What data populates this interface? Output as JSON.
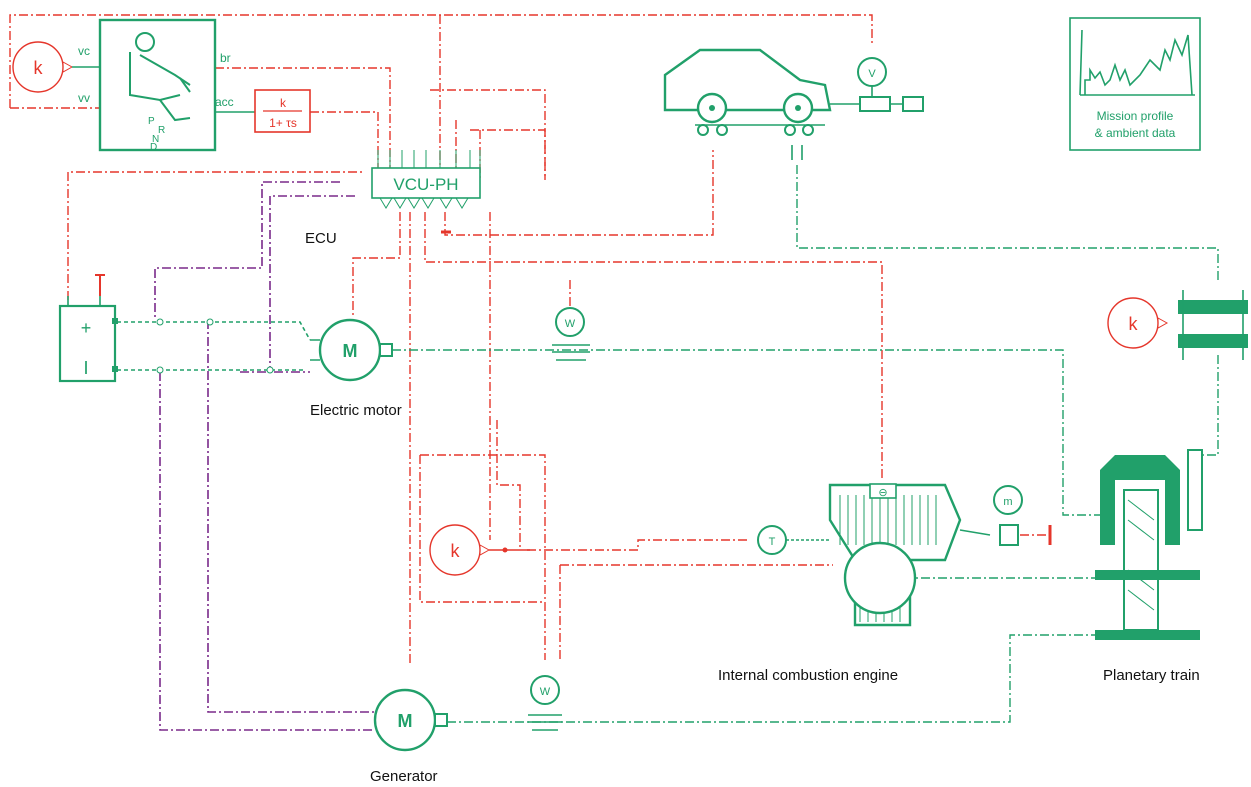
{
  "labels": {
    "ecu": "ECU",
    "electric_motor": "Electric motor",
    "generator": "Generator",
    "ice": "Internal combustion engine",
    "planetary": "Planetary train",
    "mission_line1": "Mission profile",
    "mission_line2": "& ambient data"
  },
  "blocks": {
    "vcu": "VCU-PH",
    "gain_k": "k",
    "filter_num": "k",
    "filter_den": "1+ τs",
    "motor_symbol": "M",
    "battery_plus": "+",
    "battery_minus": "I",
    "driver_vc": "vc",
    "driver_vv": "vv",
    "driver_br": "br",
    "driver_acc": "acc",
    "gear_p": "P",
    "gear_r": "R",
    "gear_n": "N",
    "gear_d": "D",
    "sensor_w": "W",
    "sensor_v": "V",
    "sensor_t": "T",
    "sensor_m": "m"
  },
  "colors": {
    "signal": "#e5362b",
    "mechanical": "#21a06a",
    "electrical": "#7a2a8a"
  }
}
